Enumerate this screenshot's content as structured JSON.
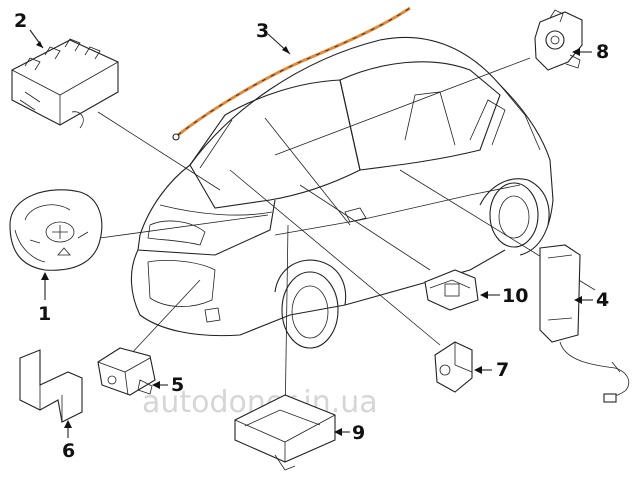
{
  "watermark": "autodonor.in.ua",
  "callouts": [
    {
      "number": "1"
    },
    {
      "number": "2"
    },
    {
      "number": "3"
    },
    {
      "number": "4"
    },
    {
      "number": "5"
    },
    {
      "number": "6"
    },
    {
      "number": "7"
    },
    {
      "number": "8"
    },
    {
      "number": "9"
    },
    {
      "number": "10"
    }
  ],
  "colors": {
    "linework": "#222222",
    "curtain_airbag": "#e08a3c",
    "watermark": "#d6d6d6"
  }
}
